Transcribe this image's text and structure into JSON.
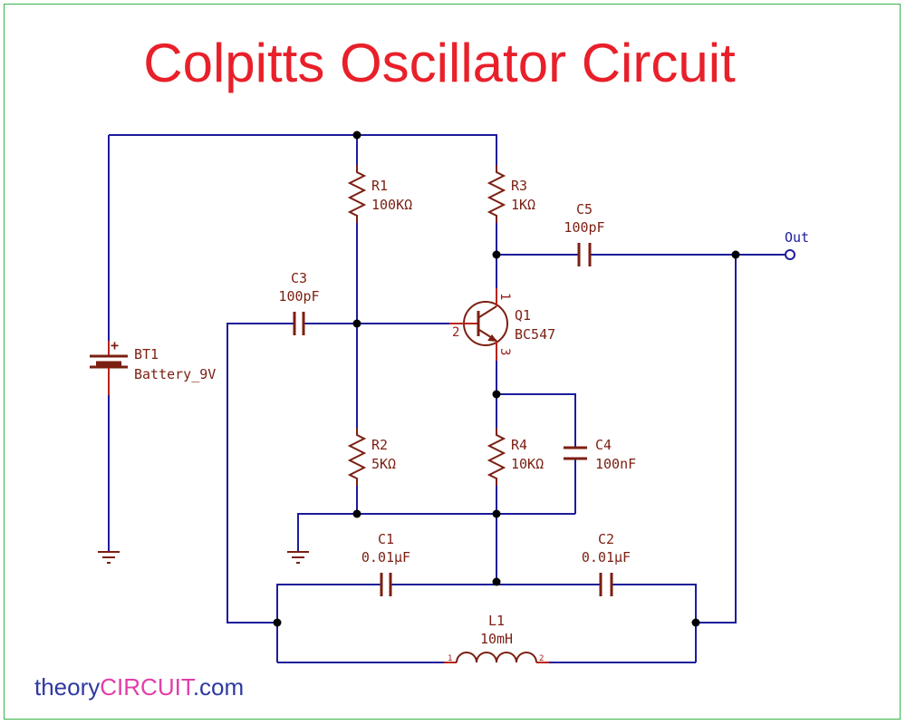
{
  "title": "Colpitts Oscillator Circuit",
  "components": {
    "bt1": {
      "ref": "BT1",
      "value": "Battery_9V"
    },
    "r1": {
      "ref": "R1",
      "value": "100KΩ"
    },
    "r2": {
      "ref": "R2",
      "value": "5KΩ"
    },
    "r3": {
      "ref": "R3",
      "value": "1KΩ"
    },
    "r4": {
      "ref": "R4",
      "value": "10KΩ"
    },
    "c1": {
      "ref": "C1",
      "value": "0.01μF"
    },
    "c2": {
      "ref": "C2",
      "value": "0.01μF"
    },
    "c3": {
      "ref": "C3",
      "value": "100pF"
    },
    "c4": {
      "ref": "C4",
      "value": "100nF"
    },
    "c5": {
      "ref": "C5",
      "value": "100pF"
    },
    "q1": {
      "ref": "Q1",
      "value": "BC547",
      "pin_collector": "1",
      "pin_base": "2",
      "pin_emitter": "3"
    },
    "l1": {
      "ref": "L1",
      "value": "10mH",
      "pin_a": "1",
      "pin_b": "2"
    }
  },
  "out_label": "Out",
  "battery_plus": "+",
  "watermark": {
    "part_a": "theory",
    "part_b": "CIRCUIT",
    "part_c": ".com"
  },
  "colors": {
    "wire": "#1c1c9c",
    "component": "#7b1f12",
    "title": "#e8202a",
    "frame": "#3cb24b",
    "junction": "#000000",
    "pin": "#b8231a"
  }
}
